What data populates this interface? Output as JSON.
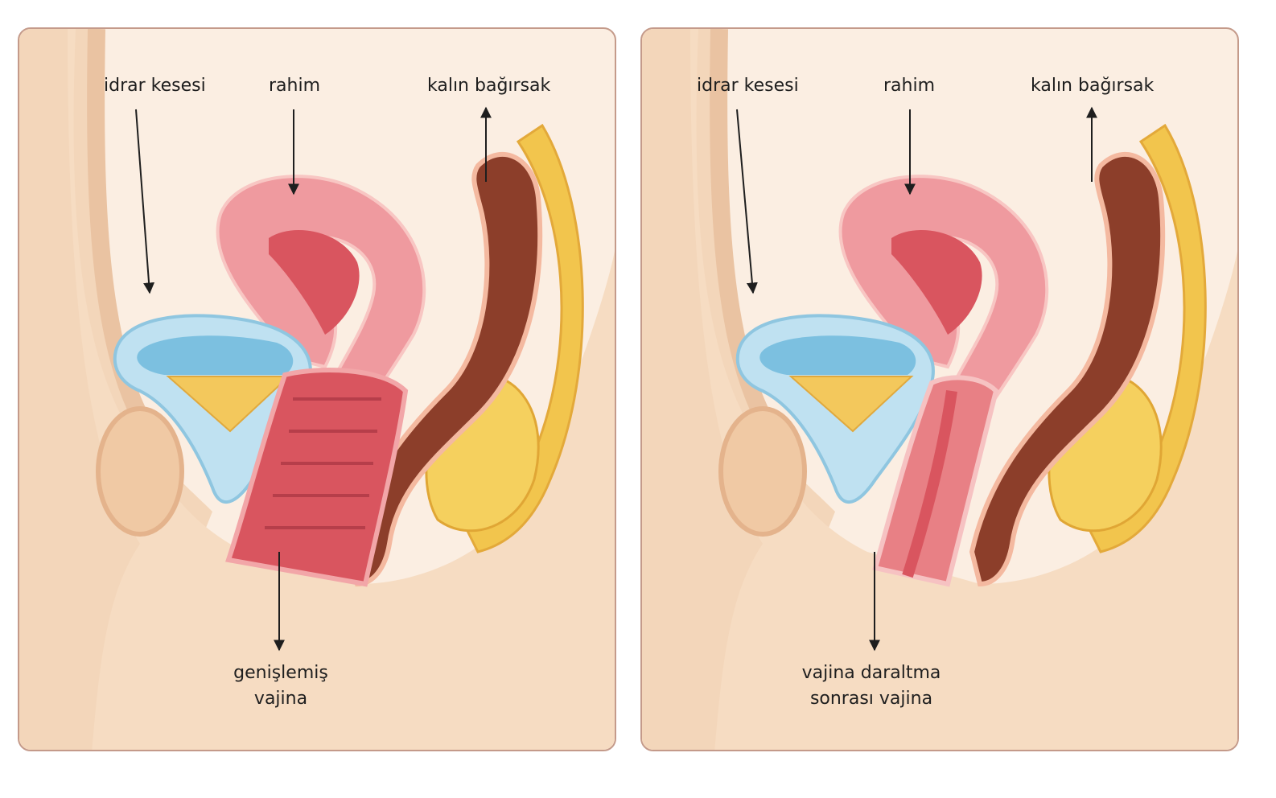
{
  "panels": [
    {
      "id": "before",
      "labels": {
        "bladder": "idrar kesesi",
        "uterus": "rahim",
        "colon": "kalın bağırsak",
        "vagina_line1": "genişlemiş",
        "vagina_line2": "vajina"
      },
      "vagina_state": "widened"
    },
    {
      "id": "after",
      "labels": {
        "bladder": "idrar kesesi",
        "uterus": "rahim",
        "colon": "kalın bağırsak",
        "vagina_line1": "vajina daraltma",
        "vagina_line2": "sonrası vajina"
      },
      "vagina_state": "narrowed"
    }
  ],
  "colors": {
    "skin": "#f6dcc2",
    "background": "#fbeee2",
    "bladder": "#7cc0e0",
    "urine": "#f3c85c",
    "uterus": "#ef9a9f",
    "vagina": "#d9555f",
    "colon": "#8c3e2a",
    "spine_fat": "#f2c54d",
    "border": "#c49a8a"
  }
}
